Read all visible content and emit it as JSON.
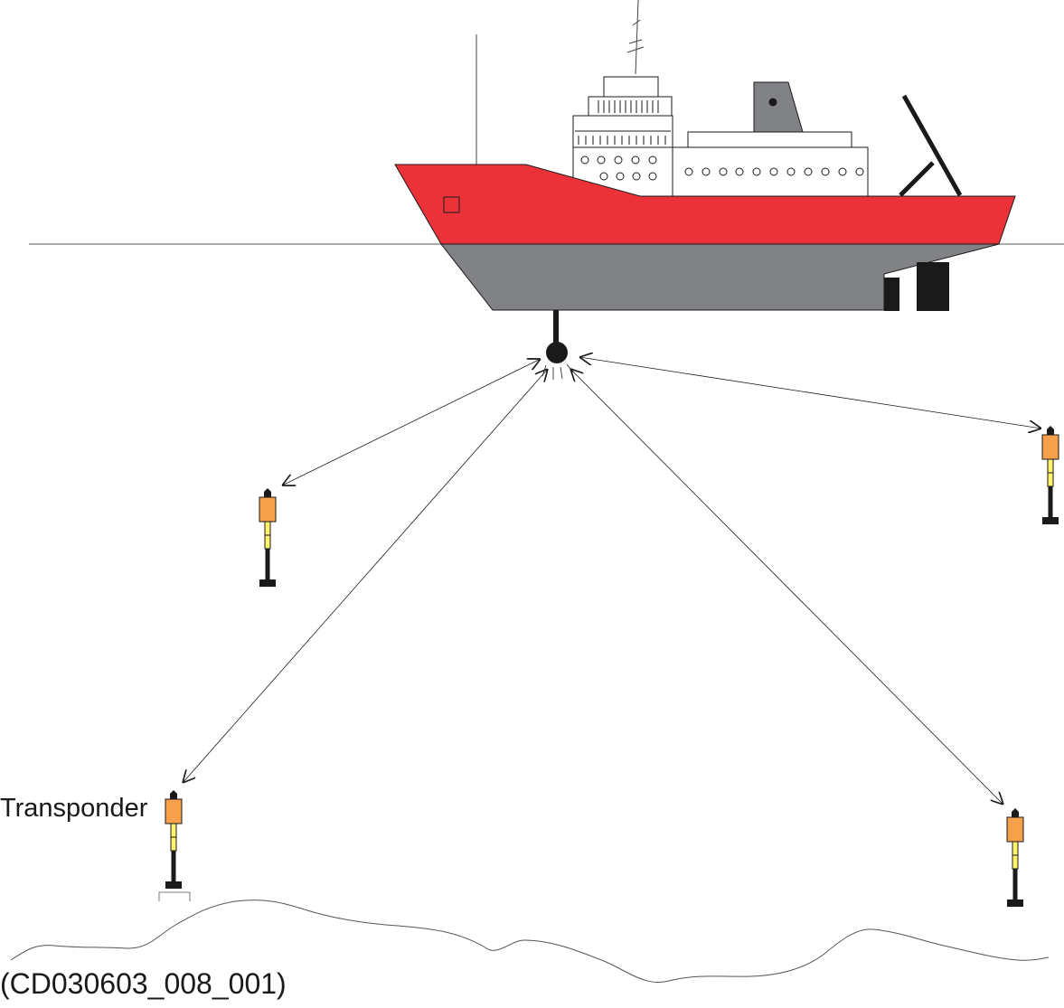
{
  "diagram": {
    "labels": {
      "transponder": "Transponder",
      "figure_id": "(CD030603_008_001)"
    },
    "colors": {
      "hull_upper": "#ea3238",
      "hull_lower": "#808285",
      "transponder_body": "#f7a04c",
      "transponder_neck": "#fff36b",
      "stroke": "#1a1a1a"
    },
    "transponder_count": 4
  }
}
